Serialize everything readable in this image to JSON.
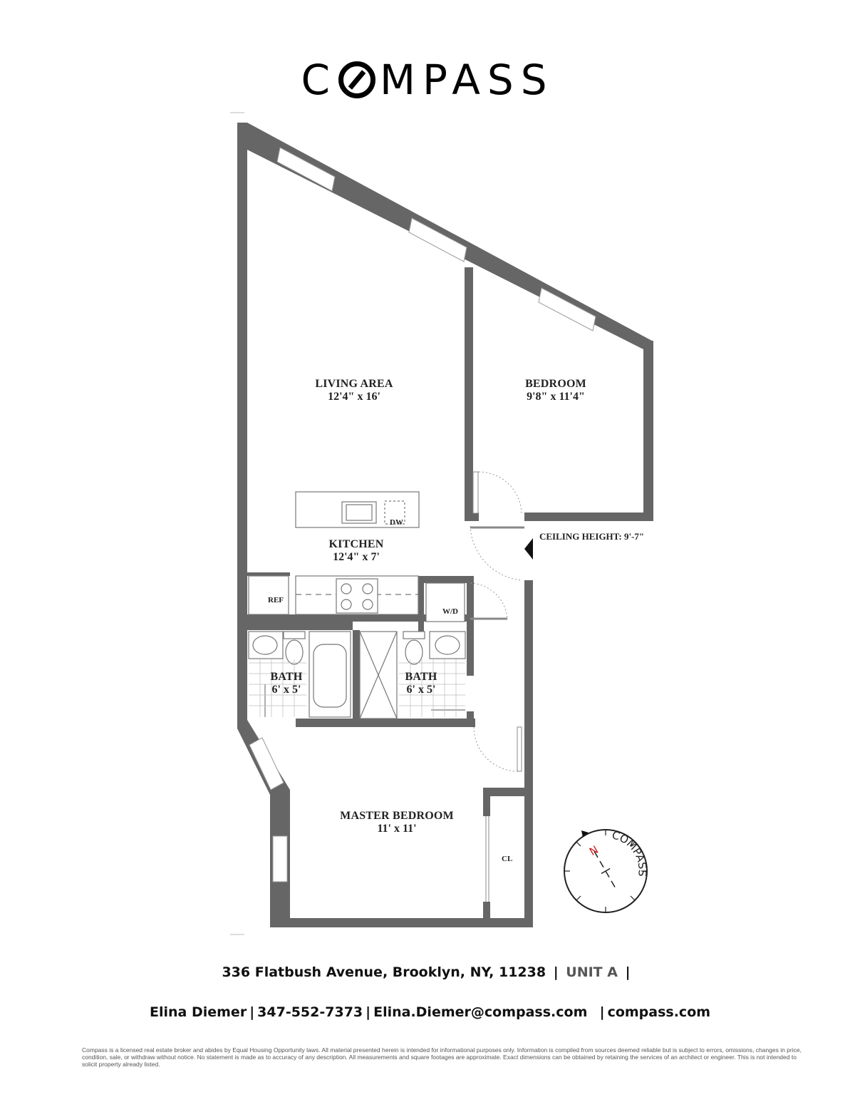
{
  "brand": {
    "logo_text": "COMPASS"
  },
  "rooms": {
    "living": {
      "name": "LIVING AREA",
      "dim": "12'4\" x 16'"
    },
    "bedroom": {
      "name": "BEDROOM",
      "dim": "9'8\" x 11'4\""
    },
    "kitchen": {
      "name": "KITCHEN",
      "dim": "12'4\" x 7'"
    },
    "bath1": {
      "name": "BATH",
      "dim": "6' x 5'"
    },
    "bath2": {
      "name": "BATH",
      "dim": "6' x 5'"
    },
    "master": {
      "name": "MASTER BEDROOM",
      "dim": "11' x 11'"
    }
  },
  "fixtures": {
    "dw": "DW",
    "ref": "REF",
    "wd": "W/D",
    "cl": "CL"
  },
  "ceiling": "CEILING HEIGHT: 9'-7\"",
  "compass_rose": {
    "north": "N",
    "ring_text": "COMPASS"
  },
  "address": {
    "street": "336 Flatbush Avenue, Brooklyn, NY, 11238",
    "sep": "|",
    "unit": "UNIT A",
    "trail": "|"
  },
  "contact": {
    "name": "Elina Diemer",
    "phone": "347-552-7373",
    "email": "Elina.Diemer@compass.com",
    "site": "compass.com",
    "sep": "|"
  },
  "disclaimer": "Compass is a licensed real estate broker and abides by Equal Housing Opportunity laws. All material presented herein is intended for informational purposes only. Information is compiled from sources deemed reliable but is subject to errors, omissions, changes in price, condition, sale, or withdraw without notice. No statement is made as to accuracy of any description. All measurements and square footages are approximate. Exact dimensions can be obtained by retaining the services of an architect or engineer. This is not intended to solicit property already listed.",
  "colors": {
    "wall": "#666666",
    "window": "#ffffff",
    "fixture_line": "#777777",
    "north": "#cc2222"
  }
}
